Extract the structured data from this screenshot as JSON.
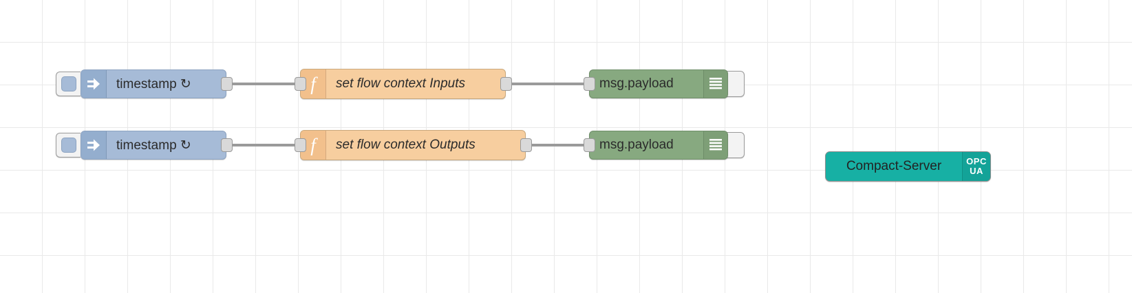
{
  "canvas": {
    "grid_size": 62,
    "background_color": "#ffffff",
    "grid_color": "#e9e9e9"
  },
  "palette": {
    "inject_color": "#a6bbd7",
    "function_color": "#f7ce9f",
    "debug_color": "#87a980",
    "opcua_color": "#17b0a4",
    "wire_color": "#9a9a9a",
    "port_color": "#d9d9d9"
  },
  "flows": [
    {
      "id": "row-1",
      "nodes": {
        "inject": {
          "label": "timestamp ↻",
          "icon": "inject-arrow-icon",
          "button": "inject-trigger-button"
        },
        "function": {
          "label": "set flow context Inputs",
          "icon": "function-f-icon"
        },
        "debug": {
          "label": "msg.payload",
          "icon": "debug-lines-icon",
          "toggle": "debug-enable-toggle"
        }
      }
    },
    {
      "id": "row-2",
      "nodes": {
        "inject": {
          "label": "timestamp ↻",
          "icon": "inject-arrow-icon",
          "button": "inject-trigger-button"
        },
        "function": {
          "label": "set flow context Outputs",
          "icon": "function-f-icon"
        },
        "debug": {
          "label": "msg.payload",
          "icon": "debug-lines-icon",
          "toggle": "debug-enable-toggle"
        }
      }
    }
  ],
  "standalone": {
    "opcua_server": {
      "label": "Compact-Server",
      "badge_line1": "OPC",
      "badge_line2": "UA"
    }
  }
}
